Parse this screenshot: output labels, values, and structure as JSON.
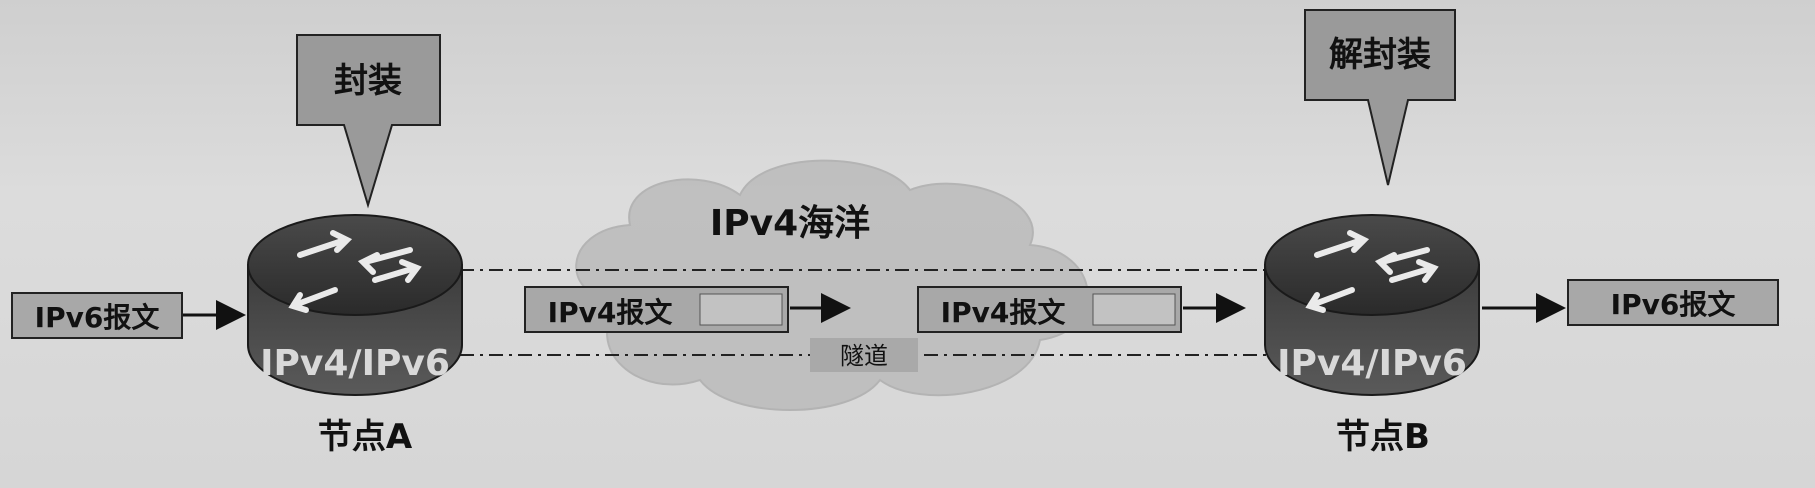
{
  "callouts": {
    "encapsulate": "封装",
    "decapsulate": "解封装"
  },
  "cloud_label": "IPv4海洋",
  "tunnel_label": "隧道",
  "packets": {
    "input_ipv6": "IPv6报文",
    "tunnel_ipv4_1": "IPv4报文",
    "tunnel_ipv4_2": "IPv4报文",
    "output_ipv6": "IPv6报文"
  },
  "routers": {
    "a": {
      "body_label": "IPv4/IPv6",
      "caption": "节点A"
    },
    "b": {
      "body_label": "IPv4/IPv6",
      "caption": "节点B"
    }
  },
  "colors": {
    "callout_fill": "#9a9a9a",
    "router_fill": "#3a3a3a",
    "cloud_fill": "#bdbdbd",
    "packet_fill": "#a8a8a8"
  }
}
